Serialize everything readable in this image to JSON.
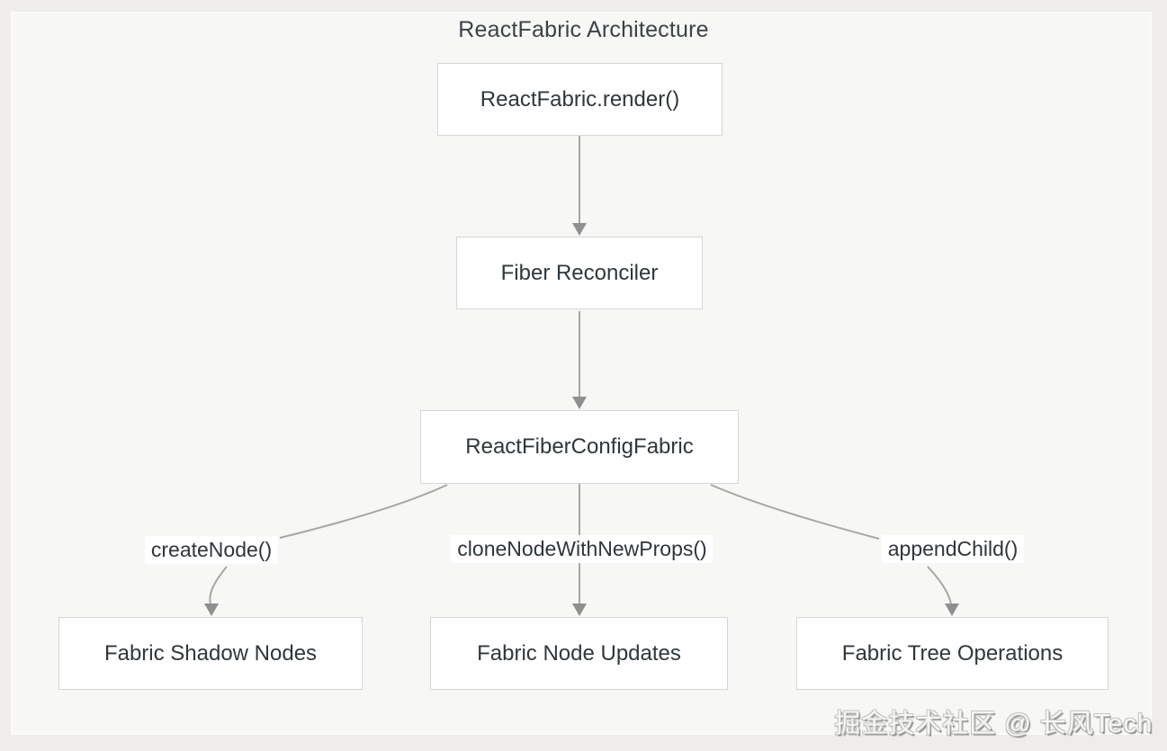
{
  "diagram": {
    "title": "ReactFabric Architecture",
    "nodes": [
      {
        "id": "render",
        "label": "ReactFabric.render()"
      },
      {
        "id": "reconciler",
        "label": "Fiber Reconciler"
      },
      {
        "id": "config",
        "label": "ReactFiberConfigFabric"
      },
      {
        "id": "shadow",
        "label": "Fabric Shadow Nodes"
      },
      {
        "id": "updates",
        "label": "Fabric Node Updates"
      },
      {
        "id": "treeops",
        "label": "Fabric Tree Operations"
      }
    ],
    "edges": [
      {
        "from": "render",
        "to": "reconciler",
        "label": ""
      },
      {
        "from": "reconciler",
        "to": "config",
        "label": ""
      },
      {
        "from": "config",
        "to": "shadow",
        "label": "createNode()"
      },
      {
        "from": "config",
        "to": "updates",
        "label": "cloneNodeWithNewProps()"
      },
      {
        "from": "config",
        "to": "treeops",
        "label": "appendChild()"
      }
    ],
    "watermark": "掘金技术社区 @ 长风Tech",
    "colors": {
      "outer_bg": "#eeedeb",
      "canvas_bg": "#f7f7f5",
      "node_bg": "#ffffff",
      "node_border": "#d6d6d4",
      "edge_line": "#a6a6a6",
      "arrow_head": "#8f8f8f",
      "text": "#30373c"
    }
  }
}
